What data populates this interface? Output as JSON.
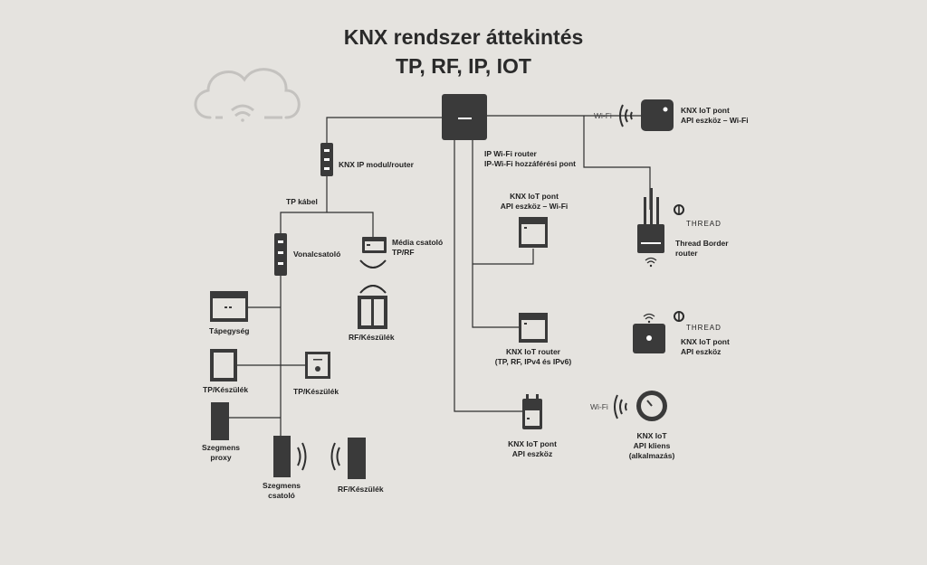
{
  "title": {
    "line1": "KNX rendszer áttekintés",
    "line2": "TP, RF, IP, IOT"
  },
  "labels": {
    "knx_ip_module": "KNX IP modul/router",
    "tp_kabel": "TP kábel",
    "vonalcsatolo": "Vonalcsatoló",
    "media_csatolo_1": "Média csatoló",
    "media_csatolo_2": "TP/RF",
    "rf_keszulek_top": "RF/Készülék",
    "tapegyseg": "Tápegység",
    "tp_keszulek_left": "TP/Készülék",
    "tp_keszulek_right": "TP/Készülék",
    "szegmens_proxy_1": "Szegmens",
    "szegmens_proxy_2": "proxy",
    "szegmens_csatolo_1": "Szegmens",
    "szegmens_csatolo_2": "csatoló",
    "rf_keszulek_bottom": "RF/Készülék",
    "ip_router_1": "IP Wi-Fi router",
    "ip_router_2": "IP-Wi-Fi hozzáférési pont",
    "iot_wifi_mid_1": "KNX IoT pont",
    "iot_wifi_mid_2": "API eszköz – Wi-Fi",
    "iot_router_1": "KNX IoT router",
    "iot_router_2": "(TP, RF, IPv4 és IPv6)",
    "iot_api_bottom_1": "KNX IoT pont",
    "iot_api_bottom_2": "API eszköz",
    "iot_wifi_top_1": "KNX IoT pont",
    "iot_wifi_top_2": "API eszköz – Wi-Fi",
    "thread_border_1": "Thread Border",
    "thread_border_2": "router",
    "iot_thread_1": "KNX IoT pont",
    "iot_thread_2": "API eszköz",
    "iot_client_1": "KNX IoT",
    "iot_client_2": "API kliens",
    "iot_client_3": "(alkalmazás)",
    "wifi_top": "Wi-Fi",
    "wifi_bottom": "Wi-Fi",
    "thread_logo_1": "THREAD",
    "thread_logo_2": "THREAD"
  },
  "colors": {
    "background": "#e5e3df",
    "device": "#3a3a3a",
    "line": "#2e2e2e",
    "cloud": "#c4c2bf"
  },
  "icons": [
    "cloud-icon",
    "wifi-icon",
    "thread-logo-icon",
    "radio-wave-icon"
  ]
}
